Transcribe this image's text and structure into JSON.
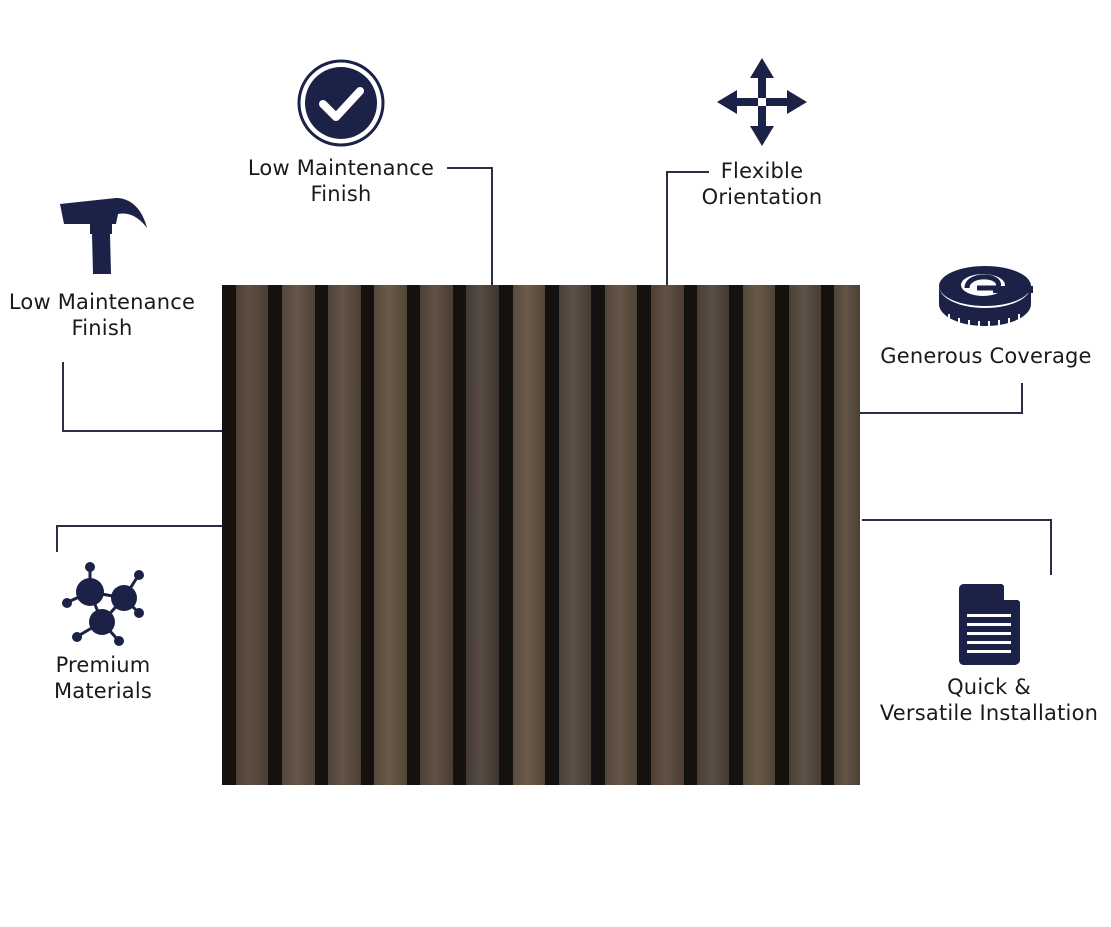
{
  "colors": {
    "navy": "#1b2147",
    "line": "#2a2e45",
    "wood_dark": "#14110f"
  },
  "product": {
    "image_name": "acoustic-slat-wall-panel",
    "slat_count": 14
  },
  "features": [
    {
      "id": "top-left",
      "icon": "checkmark-circle-icon",
      "lines": [
        "Low Maintenance",
        "Finish"
      ]
    },
    {
      "id": "top-right",
      "icon": "move-arrows-icon",
      "lines": [
        "Flexible",
        "Orientation"
      ]
    },
    {
      "id": "left-top",
      "icon": "hammer-icon",
      "lines": [
        "Low Maintenance",
        "Finish"
      ]
    },
    {
      "id": "right-top",
      "icon": "tape-measure-icon",
      "lines": [
        "Generous Coverage"
      ]
    },
    {
      "id": "left-bottom",
      "icon": "molecule-icon",
      "lines": [
        "Premium",
        "Materials"
      ]
    },
    {
      "id": "right-bottom",
      "icon": "document-icon",
      "lines": [
        "Quick &",
        "Versatile Installation"
      ]
    }
  ]
}
